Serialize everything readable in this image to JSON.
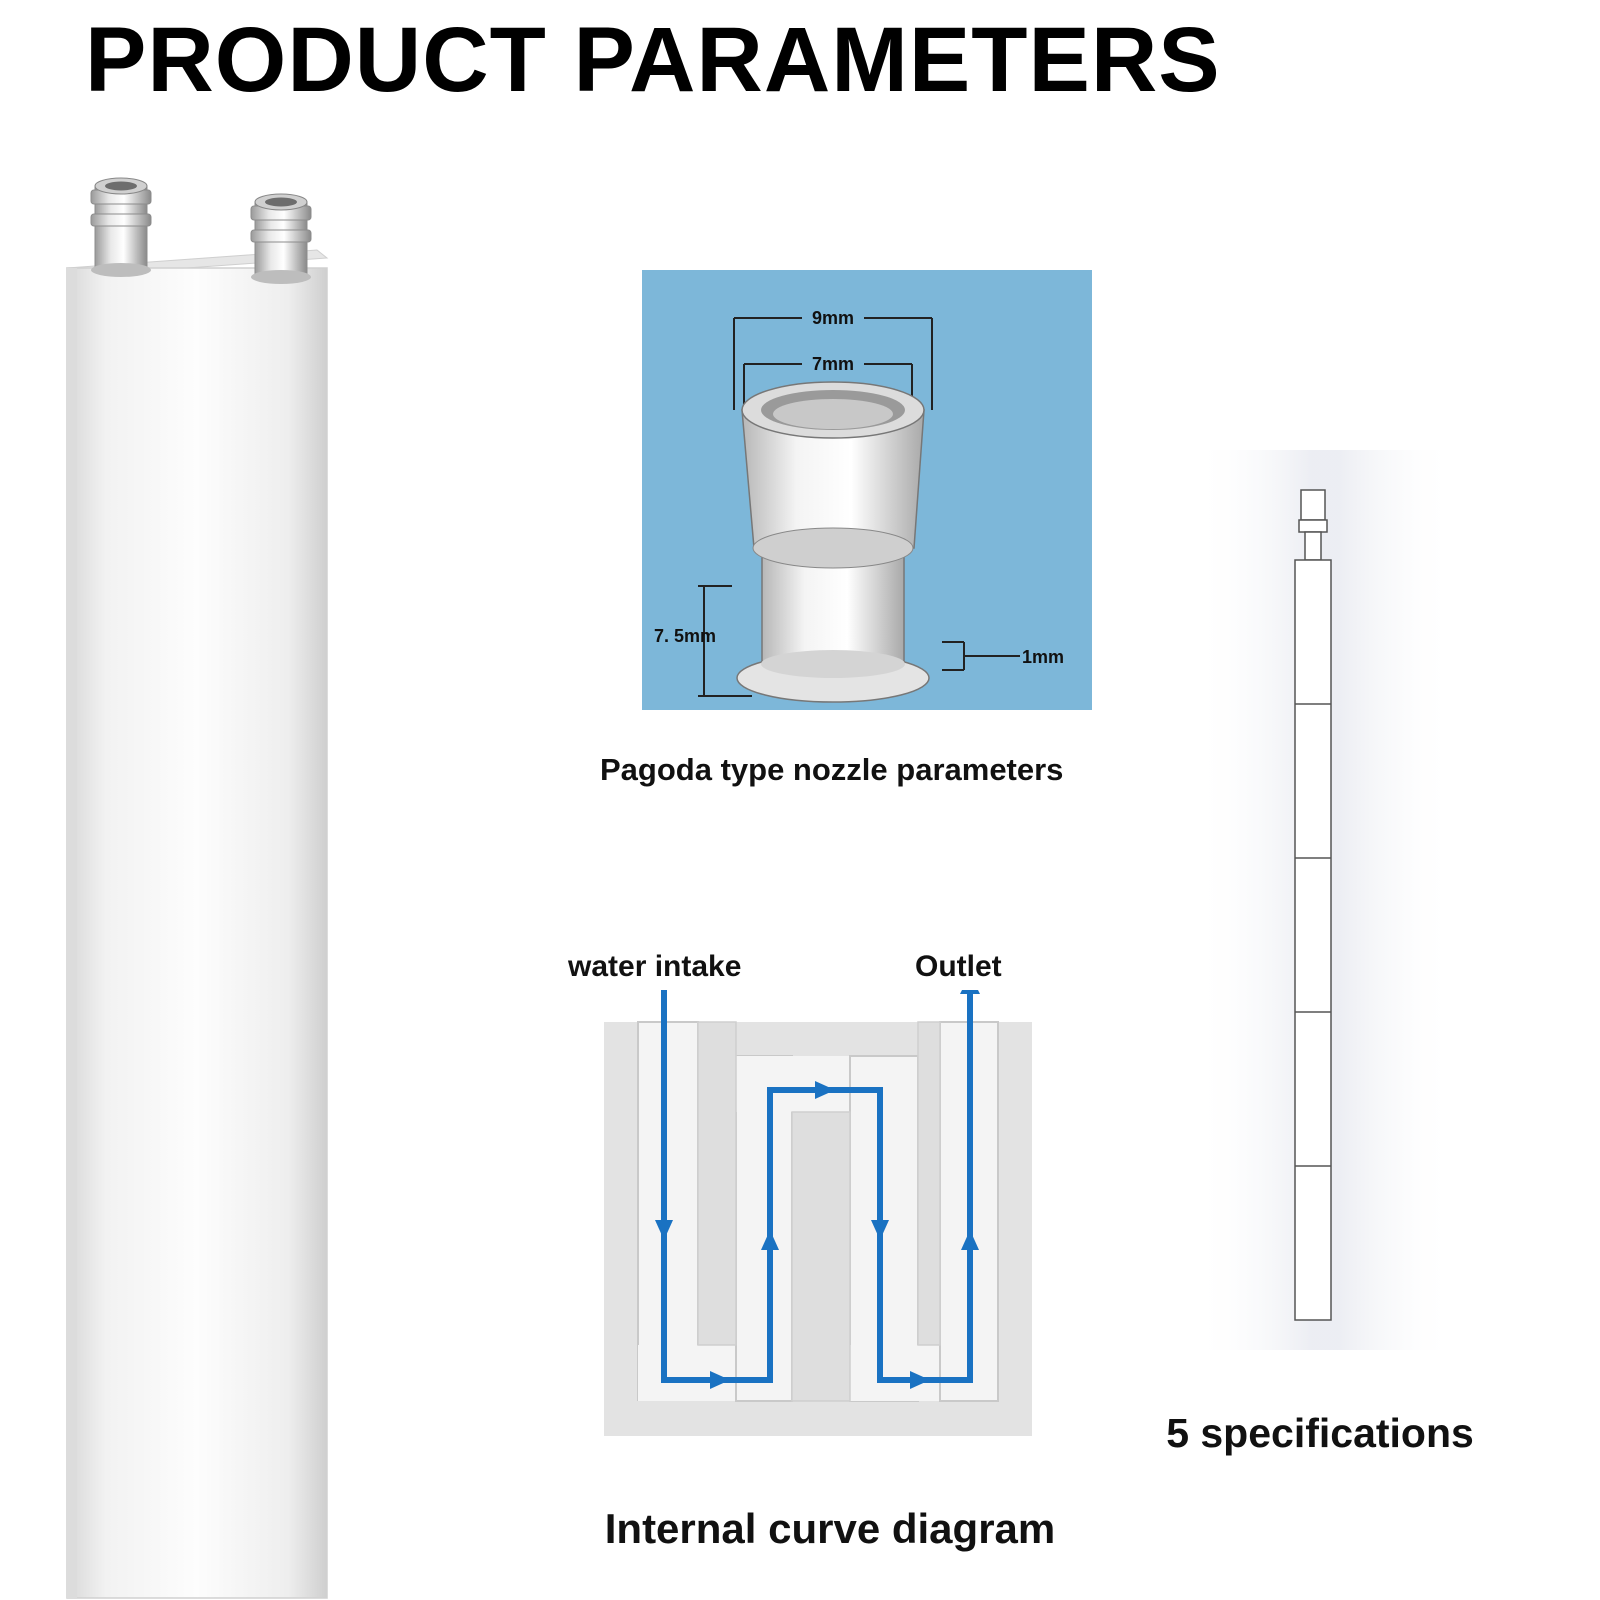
{
  "header": {
    "title": "PRODUCT PARAMETERS"
  },
  "nozzle": {
    "caption": "Pagoda type nozzle parameters",
    "dims": {
      "outer": "9mm",
      "inner": "7mm",
      "height": "7. 5mm",
      "flange": "1mm"
    },
    "panel_color": "#7db7d9"
  },
  "curve": {
    "caption": "Internal curve diagram",
    "intake_label": "water intake",
    "outlet_label": "Outlet",
    "flow_color": "#1a72c2"
  },
  "specs": {
    "caption": "5 specifications",
    "segments": 5
  },
  "product": {
    "icon": "aluminum-water-block-icon"
  }
}
